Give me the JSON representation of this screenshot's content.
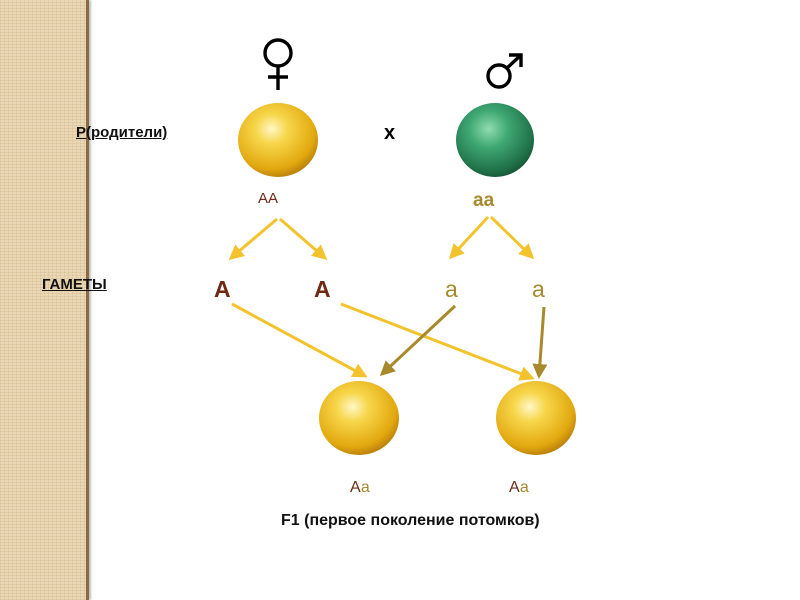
{
  "labels": {
    "parents": "Р(родители)",
    "gametes": "ГАМЕТЫ",
    "f1": "F1 (первое поколение потомков)",
    "cross": "х"
  },
  "parents": {
    "female": {
      "genotype": "АА",
      "symbol_icon": "female-symbol-icon",
      "color": "#f0c02a"
    },
    "male": {
      "genotype": "аа",
      "symbol_icon": "male-symbol-icon",
      "color": "#2e8b5e"
    }
  },
  "gametes": [
    "А",
    "А",
    "а",
    "а"
  ],
  "offspring": [
    {
      "big": "А",
      "small": "а"
    },
    {
      "big": "А",
      "small": "а"
    }
  ],
  "colors": {
    "dominant_arrow": "#f2c32c",
    "recessive_arrow": "#a8892b",
    "dominant_text": "#6e2a14",
    "recessive_text": "#a8892b",
    "sidebar": "#ead7b3"
  }
}
